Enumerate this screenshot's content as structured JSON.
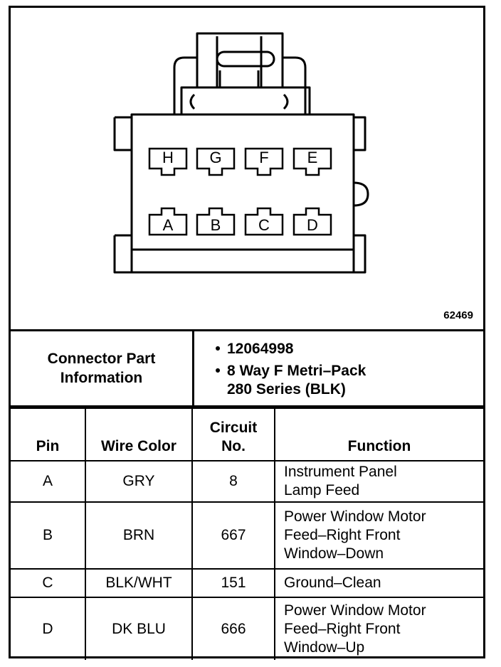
{
  "figure_number": "62469",
  "connector": {
    "pins_top_row": [
      "H",
      "G",
      "F",
      "E"
    ],
    "pins_bottom_row": [
      "A",
      "B",
      "C",
      "D"
    ]
  },
  "part_info": {
    "label": "Connector Part\nInformation",
    "items": [
      "12064998",
      "8 Way F Metri–Pack\n280 Series (BLK)"
    ]
  },
  "table": {
    "headers": [
      "Pin",
      "Wire Color",
      "Circuit\nNo.",
      "Function"
    ],
    "rows": [
      {
        "pin": "A",
        "wire_color": "GRY",
        "circuit": "8",
        "function": "Instrument Panel\nLamp Feed"
      },
      {
        "pin": "B",
        "wire_color": "BRN",
        "circuit": "667",
        "function": "Power Window Motor\nFeed–Right Front\nWindow–Down"
      },
      {
        "pin": "C",
        "wire_color": "BLK/WHT",
        "circuit": "151",
        "function": "Ground–Clean"
      },
      {
        "pin": "D",
        "wire_color": "DK BLU",
        "circuit": "666",
        "function": "Power Window Motor\nFeed–Right Front\nWindow–Up"
      }
    ]
  }
}
